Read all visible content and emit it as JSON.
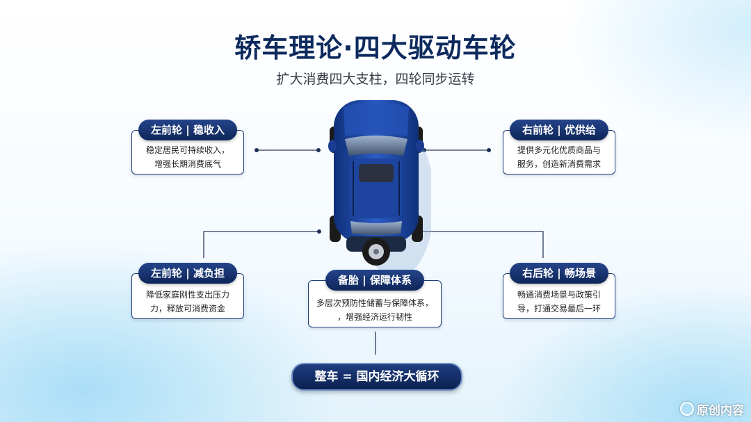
{
  "title": "轿车理论·四大驱动车轮",
  "subtitle": "扩大消费四大支柱，四轮同步运转",
  "cards": {
    "left_front": {
      "label": "左前轮 | 稳收入",
      "desc_lines": [
        "稳定居民可持续收入，",
        "增强长期消费底气"
      ]
    },
    "right_front": {
      "label": "右前轮 | 优供给",
      "desc_lines": [
        "提供多元化优质商品与",
        "服务，创造新消费需求"
      ]
    },
    "left_rear": {
      "label": "左前轮 | 减负担",
      "desc_lines": [
        "降低家庭刚性支出压力",
        "力，释放可消费资金"
      ]
    },
    "right_rear": {
      "label": "右后轮 | 畅场景",
      "desc_lines": [
        "畅通消费场景与政策引",
        "导，打通交易最后一环"
      ]
    },
    "spare": {
      "label": "备胎 | 保障体系",
      "desc_lines": [
        "多层次预防性储蓄与保障体系，",
        "，增强经济运行韧性"
      ]
    }
  },
  "whole_car": "整车 = 国内经济大循环",
  "watermark": "原创内容",
  "colors": {
    "navy": "#0d2a5e",
    "car_blue": "#1f4aa8",
    "line": "#2a3a5a"
  },
  "icons": {
    "car": "suv-top-view",
    "watermark": "circle-badge-icon"
  }
}
